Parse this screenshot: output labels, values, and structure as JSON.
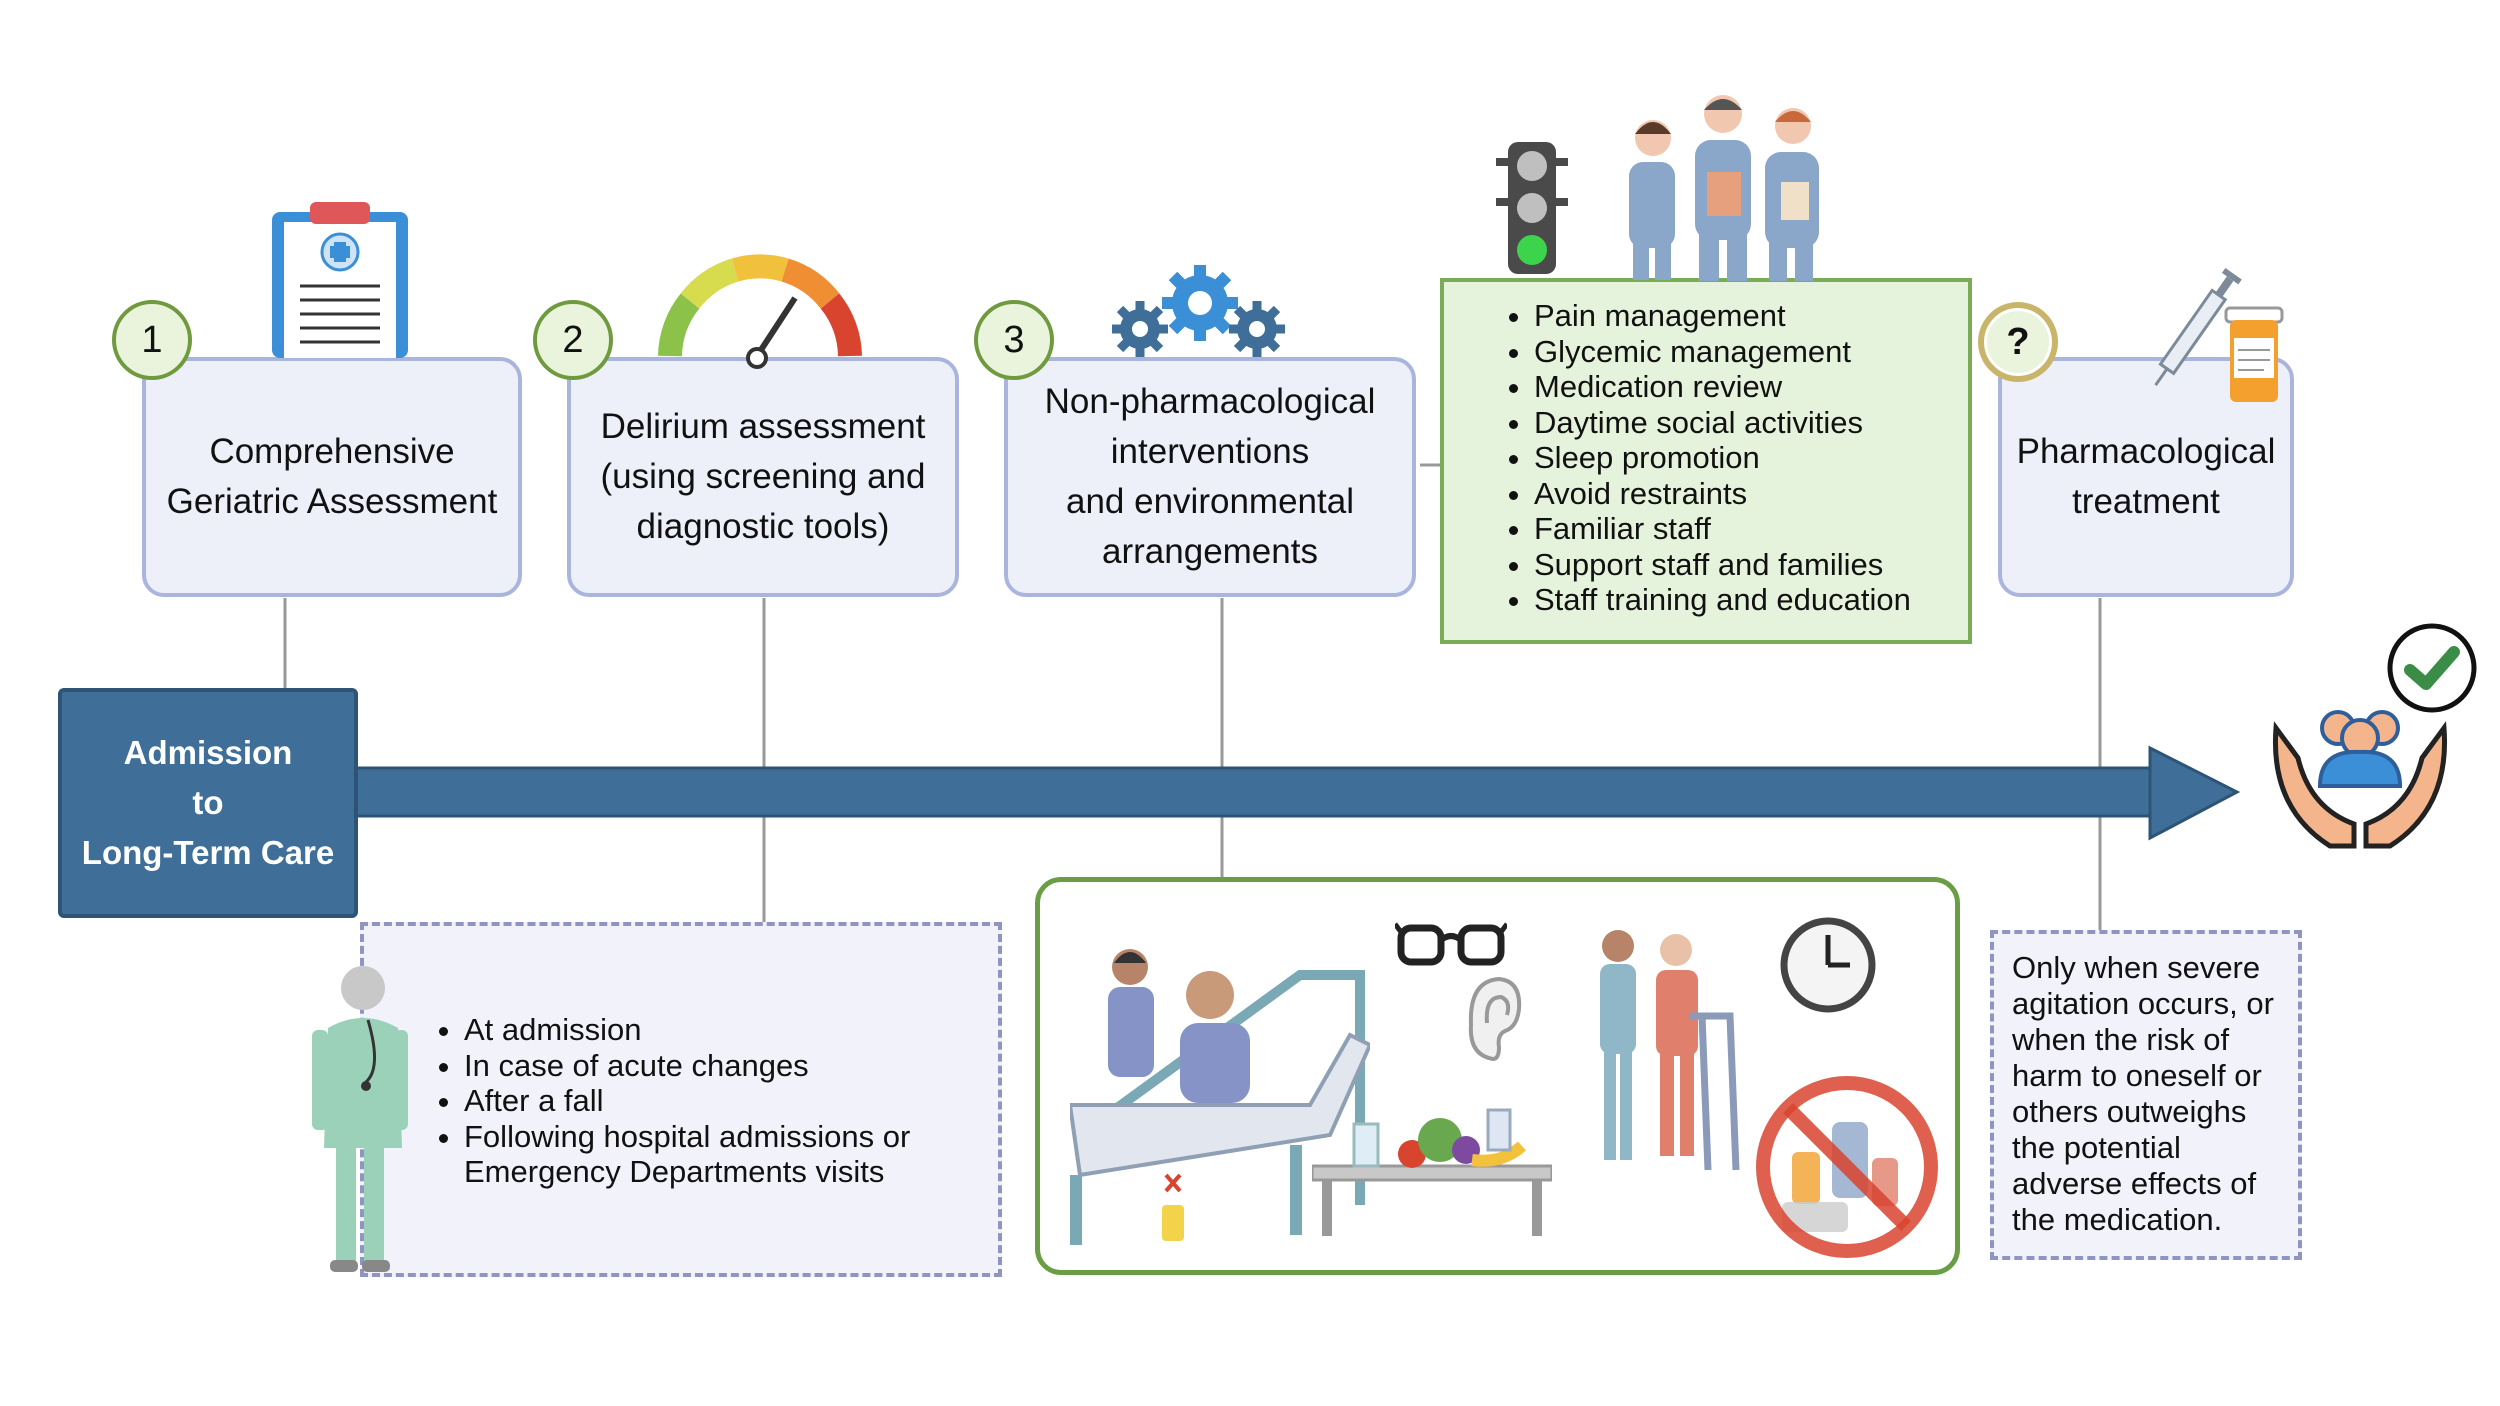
{
  "steps": [
    {
      "number": "1",
      "label": "Comprehensive\nGeriatric Assessment"
    },
    {
      "number": "2",
      "label": "Delirium assessment\n(using screening and\ndiagnostic tools)"
    },
    {
      "number": "3",
      "label": "Non-pharmacological\ninterventions\nand environmental\narrangements"
    },
    {
      "number": "?",
      "label": "Pharmacological\ntreatment"
    }
  ],
  "interventions_list": [
    "Pain management",
    "Glycemic management",
    "Medication review",
    "Daytime social activities",
    "Sleep promotion",
    "Avoid restraints",
    "Familiar staff",
    "Support staff and families",
    "Staff training and education"
  ],
  "timeline_start": "Admission\nto\nLong-Term Care",
  "assessment_timing": [
    "At admission",
    "In case of acute changes",
    "After a fall",
    "Following hospital admissions or Emergency Departments visits"
  ],
  "pharmacological_note": "Only when severe agitation occurs, or when the risk of harm to oneself or others outweighs the potential adverse effects of the medication.",
  "icons": {
    "step1": "clipboard-icon",
    "step2": "gauge-icon",
    "step3": "gears-icon",
    "traffic_light": "traffic-light-icon",
    "staff": "medical-staff-icon",
    "step4": "syringe-pill-bottle-icon",
    "nurse": "nurse-figure-icon",
    "outcome": "hands-holding-people-icon",
    "check": "checkmark-icon",
    "bed": "patient-bed-icon",
    "glasses": "glasses-icon",
    "ear": "ear-icon",
    "food": "food-table-icon",
    "walker": "walker-assist-icon",
    "clock": "clock-icon",
    "no_drugs": "no-medication-icon"
  },
  "colors": {
    "box_fill": "#edf0f9",
    "box_border": "#a9b5dd",
    "number_border": "#6f9a3e",
    "green_fill": "#e6f3dc",
    "green_border": "#7aac57",
    "arrow": "#3f6f99",
    "dashed_border": "#8e95c3"
  }
}
